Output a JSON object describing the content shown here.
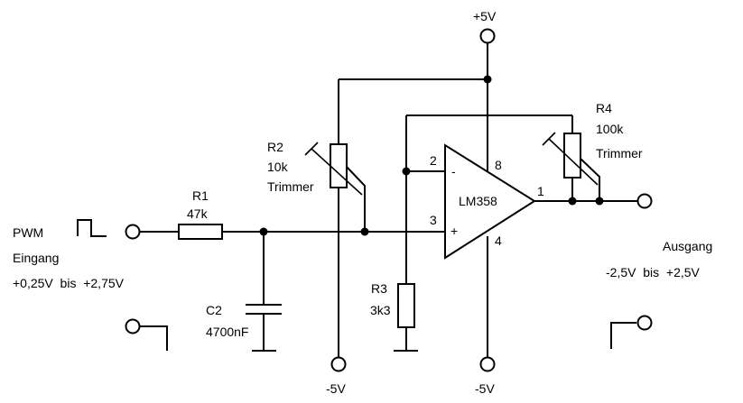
{
  "input": {
    "label": "PWM",
    "sublabel": "Eingang",
    "range": "+0,25V  bis  +2,75V"
  },
  "output": {
    "label": "Ausgang",
    "range": "-2,5V  bis  +2,5V"
  },
  "supply": {
    "positive": "+5V",
    "negative_r2": "-5V",
    "negative_opamp": "-5V"
  },
  "components": {
    "r1": {
      "name": "R1",
      "value": "47k"
    },
    "r2": {
      "name": "R2",
      "value": "10k",
      "type": "Trimmer"
    },
    "r3": {
      "name": "R3",
      "value": "3k3"
    },
    "r4": {
      "name": "R4",
      "value": "100k",
      "type": "Trimmer"
    },
    "c2": {
      "name": "C2",
      "value": "4700nF"
    },
    "opamp": {
      "name": "LM358",
      "pin_inv": "2",
      "pin_noninv": "3",
      "pin_out": "1",
      "pin_vcc": "8",
      "pin_gnd": "4",
      "sign_minus": "-",
      "sign_plus": "+"
    }
  }
}
